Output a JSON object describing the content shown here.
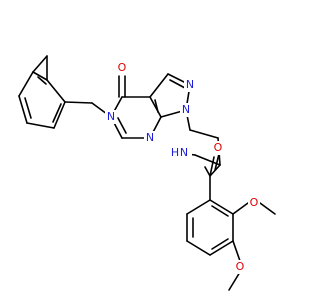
{
  "colors": {
    "bond": "#000000",
    "nitrogen": "#1f1fd9",
    "oxygen": "#e00000",
    "background": "#ffffff"
  },
  "atoms": {
    "o_ketone": "O",
    "n5": "N",
    "n_pyrazole_eq": "N",
    "n1": "N",
    "n7": "N",
    "n_amide": "N",
    "h_amide": "H",
    "o_amide": "O",
    "o_methoxy_3": "O",
    "o_methoxy_4": "O"
  }
}
